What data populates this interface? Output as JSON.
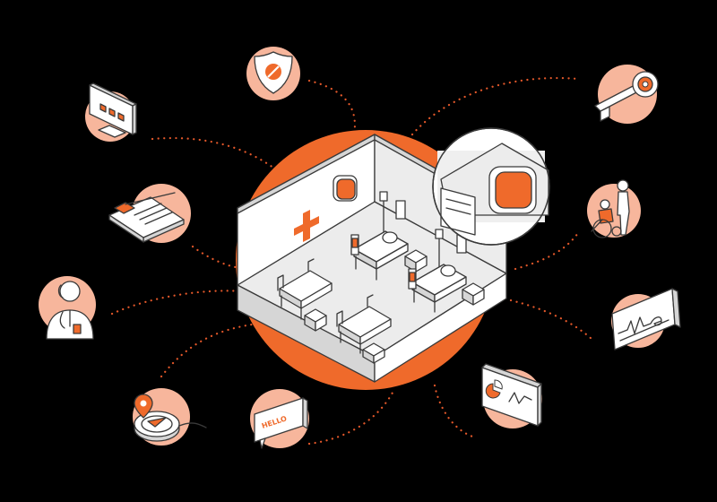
{
  "colors": {
    "background": "#000000",
    "accent_orange": "#ef6a2b",
    "peach": "#f7b69c",
    "line": "#3a3a3a",
    "room_white": "#ffffff",
    "connector": "#e4582a"
  },
  "center": {
    "subject": "hospital-ward-room",
    "callout": "wall-mounted-orange-device"
  },
  "icons": [
    "security-shield-icon",
    "key-icon",
    "monitor-dashboard-icon",
    "wheelchair-caregiver-icon",
    "clipboard-icon",
    "heartbeat-monitor-icon",
    "doctor-icon",
    "analytics-tablet-icon",
    "location-compass-icon",
    "hello-message-icon"
  ],
  "speech_bubble": {
    "text": "HELLO"
  }
}
